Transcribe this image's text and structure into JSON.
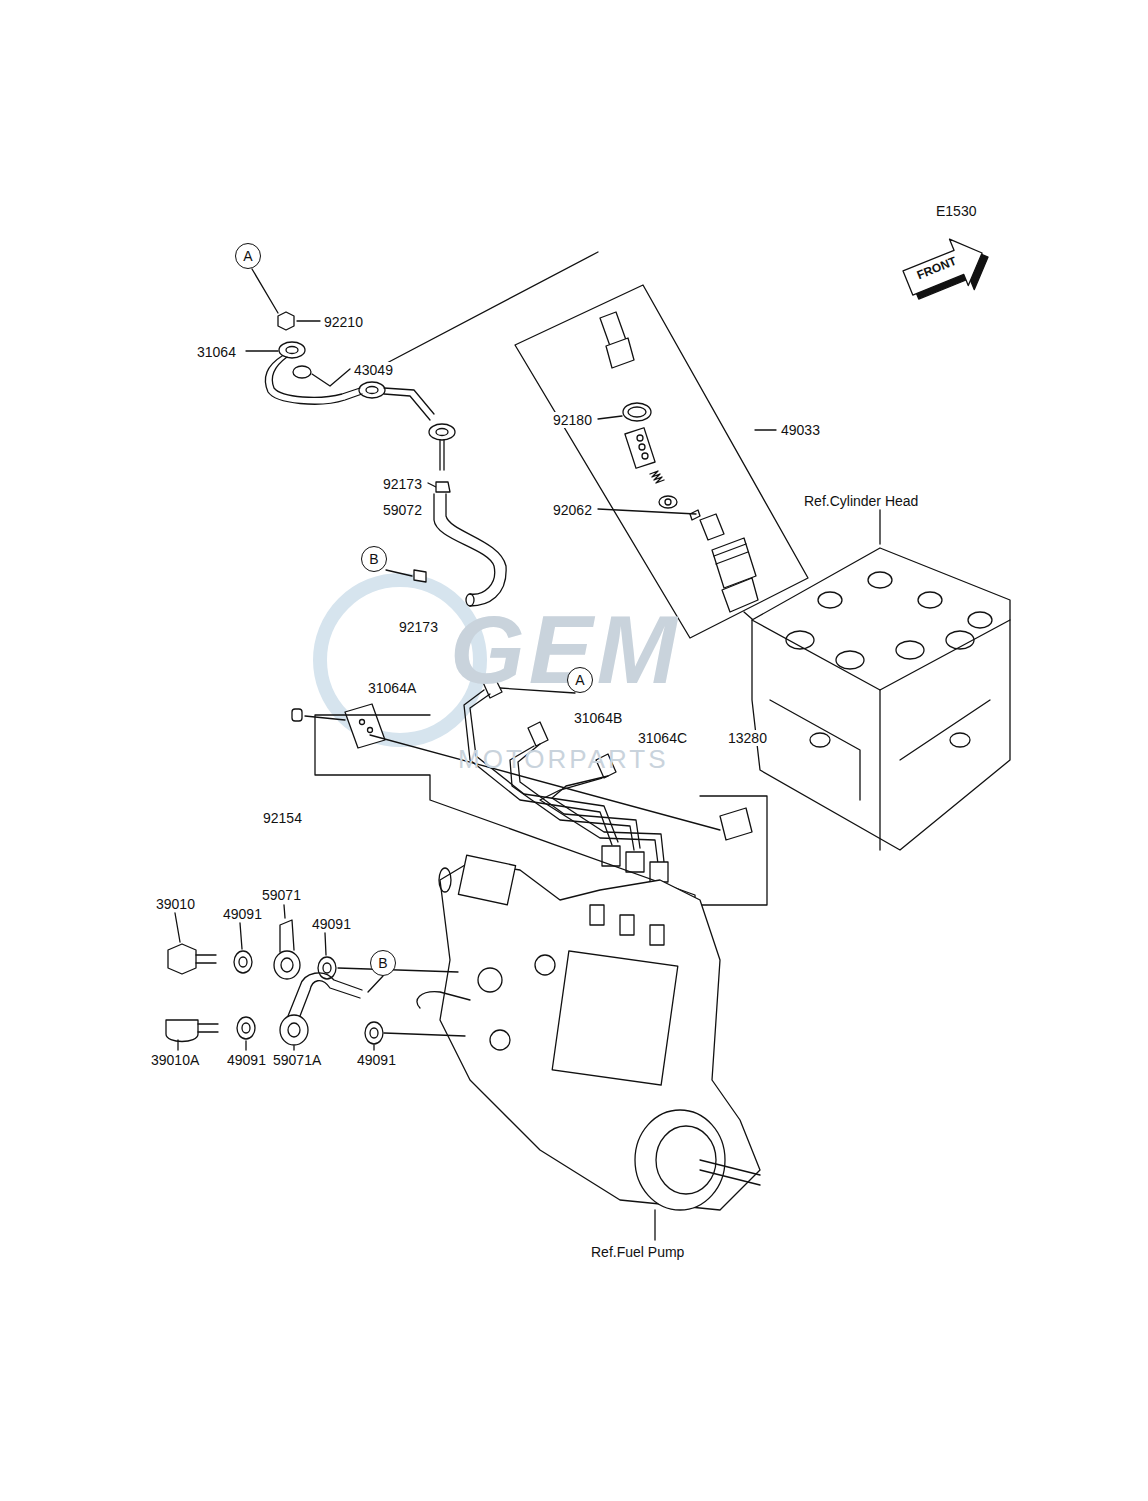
{
  "diagram": {
    "nodes": [
      {
        "text": [
          "A"
        ]
      },
      {
        "text": [
          "B"
        ]
      },
      {
        "text": [
          "A"
        ]
      },
      {
        "text": [
          "B"
        ]
      }
    ],
    "edges": [],
    "labels": [
      "E1530",
      "FRONT",
      "92210",
      "31064",
      "43049",
      "92180",
      "49033",
      "92173",
      "59072",
      "92062",
      "Ref.Cylinder Head",
      "92173",
      "31064A",
      "31064B",
      "31064C",
      "13280",
      "92154",
      "39010",
      "49091",
      "59071",
      "49091",
      "39010A",
      "49091",
      "59071A",
      "49091",
      "Ref.Fuel Pump",
      "GEM",
      "MOTORPARTS"
    ]
  }
}
